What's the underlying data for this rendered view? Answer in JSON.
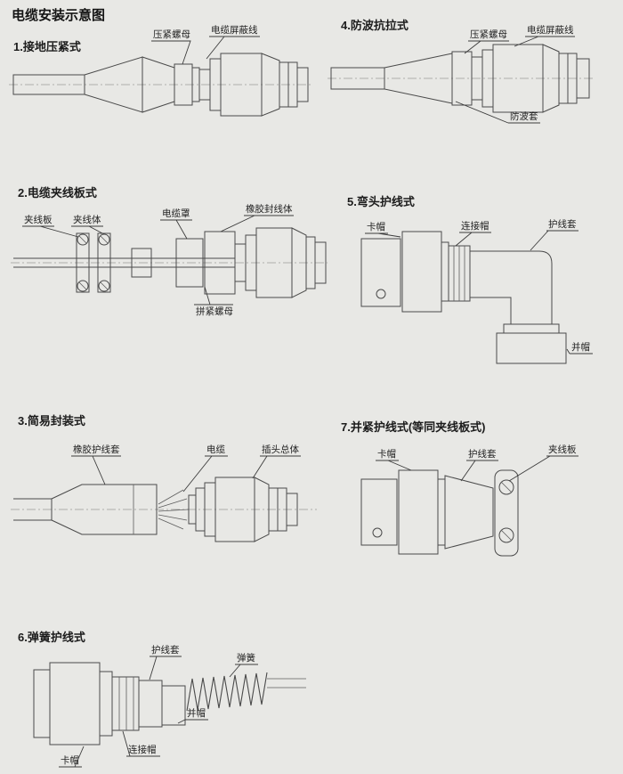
{
  "page": {
    "title": "电缆安装示意图"
  },
  "sections": {
    "s1": {
      "heading": "1.接地压紧式",
      "labels": {
        "nut": "压紧螺母",
        "shield": "电缆屏蔽线"
      }
    },
    "s2": {
      "heading": "2.电缆夹线板式",
      "labels": {
        "plate": "夹线板",
        "body": "夹线体",
        "cover": "电缆罩",
        "rubber": "橡胶封线体",
        "tighten_nut": "拼紧螺母"
      }
    },
    "s3": {
      "heading": "3.简易封装式",
      "labels": {
        "sleeve": "橡胶护线套",
        "cable": "电缆",
        "plug": "插头总体"
      }
    },
    "s4": {
      "heading": "4.防波抗拉式",
      "labels": {
        "nut": "压紧螺母",
        "shield": "电缆屏蔽线",
        "wave": "防波套"
      }
    },
    "s5": {
      "heading": "5.弯头护线式",
      "labels": {
        "cap": "卡帽",
        "connect": "连接帽",
        "sleeve": "护线套",
        "union": "并帽"
      }
    },
    "s6": {
      "heading": "6.弹簧护线式",
      "labels": {
        "sleeve": "护线套",
        "spring": "弹簧",
        "union": "并帽",
        "connect": "连接帽",
        "cap": "卡帽"
      }
    },
    "s7": {
      "heading": "7.并紧护线式(等同夹线板式)",
      "labels": {
        "cap": "卡帽",
        "sleeve": "护线套",
        "plate": "夹线板"
      }
    }
  }
}
